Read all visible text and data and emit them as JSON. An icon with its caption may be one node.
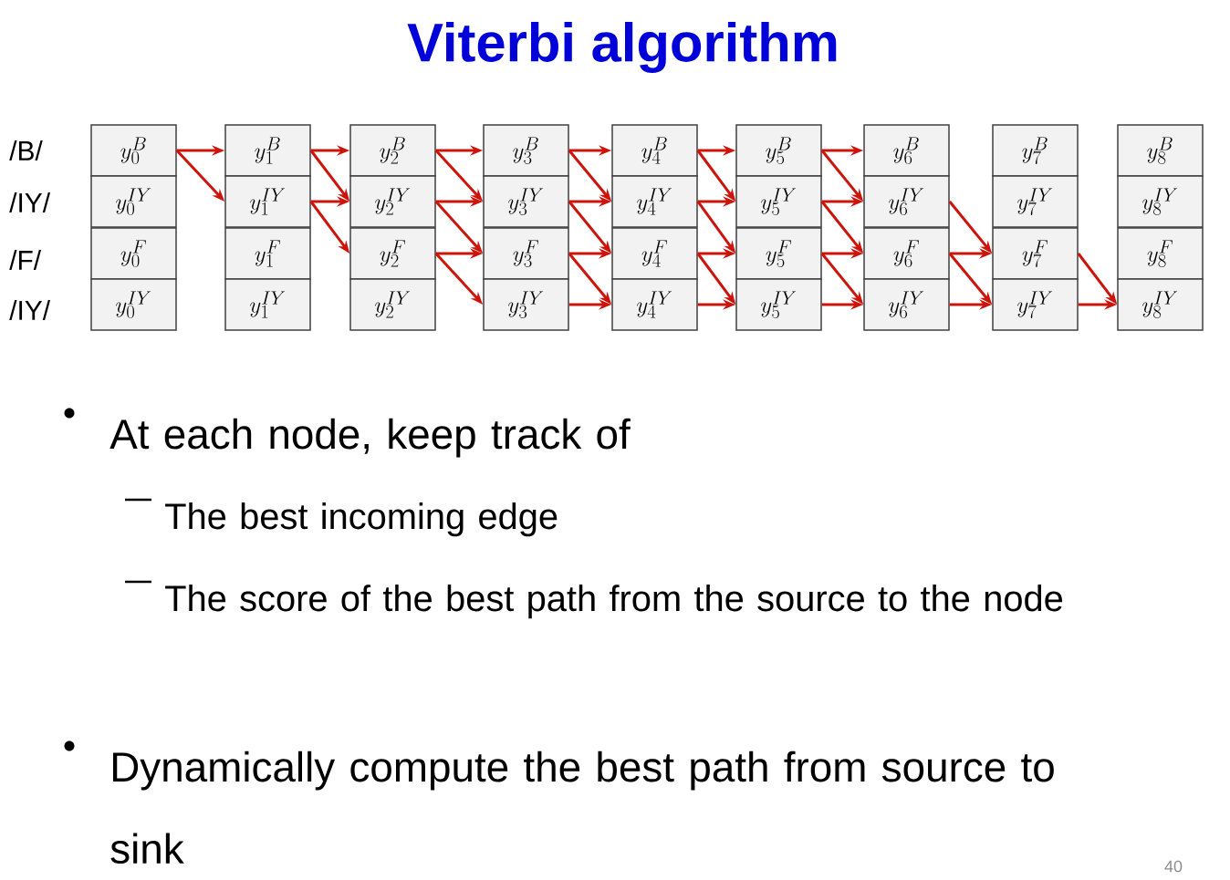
{
  "diagram": {
    "title": "Viterbi algorithm",
    "nodes": [
      {
        "text": [
          "y_{0}^{B}"
        ]
      },
      {
        "text": [
          "y_{0}^{IY}"
        ]
      },
      {
        "text": [
          "y_{0}^{F}"
        ]
      },
      {
        "text": [
          "y_{0}^{IY}"
        ]
      },
      {
        "text": [
          "y_{1}^{B}"
        ]
      },
      {
        "text": [
          "y_{1}^{IY}"
        ]
      },
      {
        "text": [
          "y_{1}^{F}"
        ]
      },
      {
        "text": [
          "y_{1}^{IY}"
        ]
      },
      {
        "text": [
          "y_{2}^{B}"
        ]
      },
      {
        "text": [
          "y_{2}^{IY}"
        ]
      },
      {
        "text": [
          "y_{2}^{F}"
        ]
      },
      {
        "text": [
          "y_{2}^{IY}"
        ]
      },
      {
        "text": [
          "y_{3}^{B}"
        ]
      },
      {
        "text": [
          "y_{3}^{IY}"
        ]
      },
      {
        "text": [
          "y_{3}^{F}"
        ]
      },
      {
        "text": [
          "y_{3}^{IY}"
        ]
      },
      {
        "text": [
          "y_{4}^{B}"
        ]
      },
      {
        "text": [
          "y_{4}^{IY}"
        ]
      },
      {
        "text": [
          "y_{4}^{F}"
        ]
      },
      {
        "text": [
          "y_{4}^{IY}"
        ]
      },
      {
        "text": [
          "y_{5}^{B}"
        ]
      },
      {
        "text": [
          "y_{5}^{IY}"
        ]
      },
      {
        "text": [
          "y_{5}^{F}"
        ]
      },
      {
        "text": [
          "y_{5}^{IY}"
        ]
      },
      {
        "text": [
          "y_{6}^{B}"
        ]
      },
      {
        "text": [
          "y_{6}^{IY}"
        ]
      },
      {
        "text": [
          "y_{6}^{F}"
        ]
      },
      {
        "text": [
          "y_{6}^{IY}"
        ]
      },
      {
        "text": [
          "y_{7}^{B}"
        ]
      },
      {
        "text": [
          "y_{7}^{IY}"
        ]
      },
      {
        "text": [
          "y_{7}^{F}"
        ]
      },
      {
        "text": [
          "y_{7}^{IY}"
        ]
      },
      {
        "text": [
          "y_{8}^{B}"
        ]
      },
      {
        "text": [
          "y_{8}^{IY}"
        ]
      },
      {
        "text": [
          "y_{8}^{F}"
        ]
      },
      {
        "text": [
          "y_{8}^{IY}"
        ]
      }
    ],
    "edges": [
      {
        "from": 0,
        "to": 4,
        "arrow": "to"
      },
      {
        "from": 0,
        "to": 5,
        "arrow": "to"
      },
      {
        "from": 4,
        "to": 8,
        "arrow": "to"
      },
      {
        "from": 4,
        "to": 9,
        "arrow": "to"
      },
      {
        "from": 5,
        "to": 9,
        "arrow": "to"
      },
      {
        "from": 5,
        "to": 10,
        "arrow": "to"
      },
      {
        "from": 8,
        "to": 12,
        "arrow": "to"
      },
      {
        "from": 8,
        "to": 13,
        "arrow": "to"
      },
      {
        "from": 9,
        "to": 13,
        "arrow": "to"
      },
      {
        "from": 9,
        "to": 14,
        "arrow": "to"
      },
      {
        "from": 10,
        "to": 14,
        "arrow": "to"
      },
      {
        "from": 10,
        "to": 15,
        "arrow": "to"
      },
      {
        "from": 12,
        "to": 16,
        "arrow": "to"
      },
      {
        "from": 12,
        "to": 17,
        "arrow": "to"
      },
      {
        "from": 13,
        "to": 17,
        "arrow": "to"
      },
      {
        "from": 13,
        "to": 18,
        "arrow": "to"
      },
      {
        "from": 14,
        "to": 18,
        "arrow": "to"
      },
      {
        "from": 14,
        "to": 19,
        "arrow": "to"
      },
      {
        "from": 15,
        "to": 19,
        "arrow": "to"
      },
      {
        "from": 16,
        "to": 20,
        "arrow": "to"
      },
      {
        "from": 16,
        "to": 21,
        "arrow": "to"
      },
      {
        "from": 17,
        "to": 21,
        "arrow": "to"
      },
      {
        "from": 17,
        "to": 22,
        "arrow": "to"
      },
      {
        "from": 18,
        "to": 22,
        "arrow": "to"
      },
      {
        "from": 18,
        "to": 23,
        "arrow": "to"
      },
      {
        "from": 19,
        "to": 23,
        "arrow": "to"
      },
      {
        "from": 20,
        "to": 24,
        "arrow": "to"
      },
      {
        "from": 20,
        "to": 25,
        "arrow": "to"
      },
      {
        "from": 21,
        "to": 25,
        "arrow": "to"
      },
      {
        "from": 21,
        "to": 26,
        "arrow": "to"
      },
      {
        "from": 22,
        "to": 26,
        "arrow": "to"
      },
      {
        "from": 22,
        "to": 27,
        "arrow": "to"
      },
      {
        "from": 23,
        "to": 27,
        "arrow": "to"
      },
      {
        "from": 25,
        "to": 30,
        "arrow": "to"
      },
      {
        "from": 26,
        "to": 30,
        "arrow": "to"
      },
      {
        "from": 26,
        "to": 31,
        "arrow": "to"
      },
      {
        "from": 27,
        "to": 31,
        "arrow": "to"
      },
      {
        "from": 30,
        "to": 35,
        "arrow": "to"
      },
      {
        "from": 31,
        "to": 35,
        "arrow": "to"
      }
    ],
    "labels": [
      "/B/",
      "/IY/",
      "/F/",
      "/IY/",
      "At each node, keep track of",
      "The best incoming edge",
      "The score of the best path from the source to the node",
      "Dynamically compute the best path from source to sink",
      "40"
    ]
  }
}
